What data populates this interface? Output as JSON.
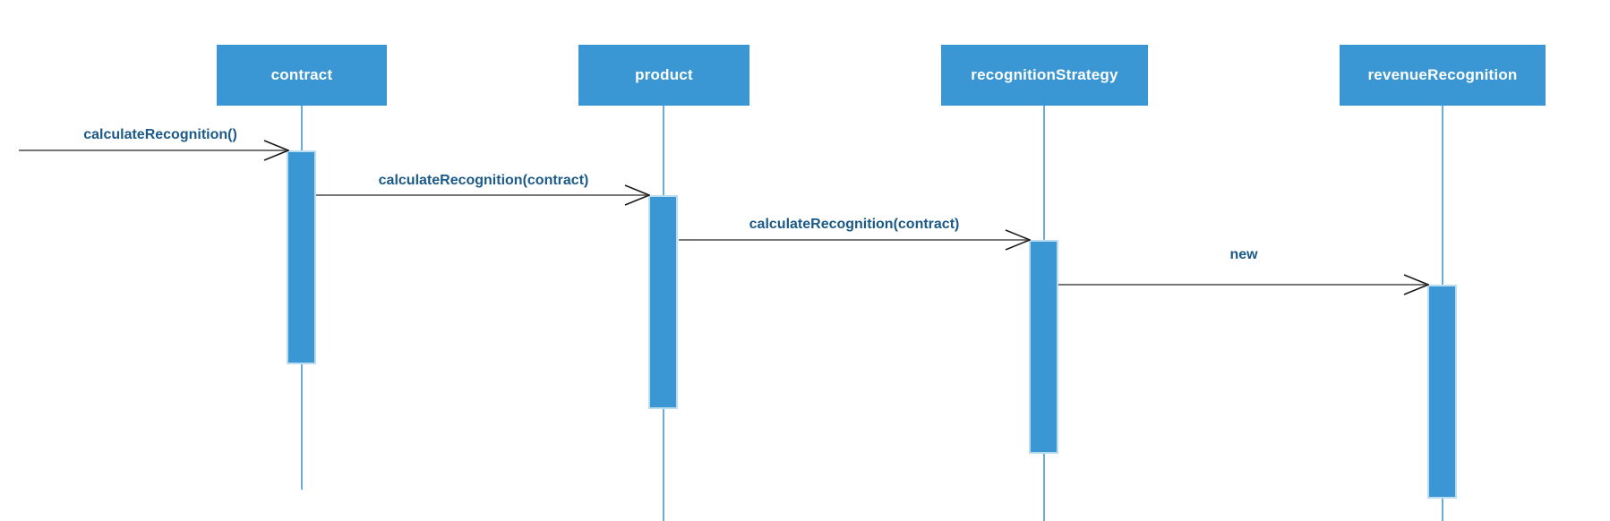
{
  "diagram": {
    "type": "uml-sequence-diagram",
    "actors": [
      {
        "name": "contract"
      },
      {
        "name": "product"
      },
      {
        "name": "recognitionStrategy"
      },
      {
        "name": "revenueRecognition"
      }
    ],
    "messages": [
      {
        "label": "calculateRecognition()",
        "from": "external",
        "to": "contract"
      },
      {
        "label": "calculateRecognition(contract)",
        "from": "contract",
        "to": "product"
      },
      {
        "label": "calculateRecognition(contract)",
        "from": "product",
        "to": "recognitionStrategy"
      },
      {
        "label": "new",
        "from": "recognitionStrategy",
        "to": "revenueRecognition"
      }
    ],
    "colors": {
      "actor_fill": "#3b97d3",
      "actor_text": "#ffffff",
      "lifeline": "#6aadda",
      "activation_fill": "#3b97d3",
      "activation_border": "#bcdcf0",
      "message_line": "#767676",
      "message_text": "#1b5a88",
      "arrowhead_stroke": "#1c1c1c"
    }
  }
}
